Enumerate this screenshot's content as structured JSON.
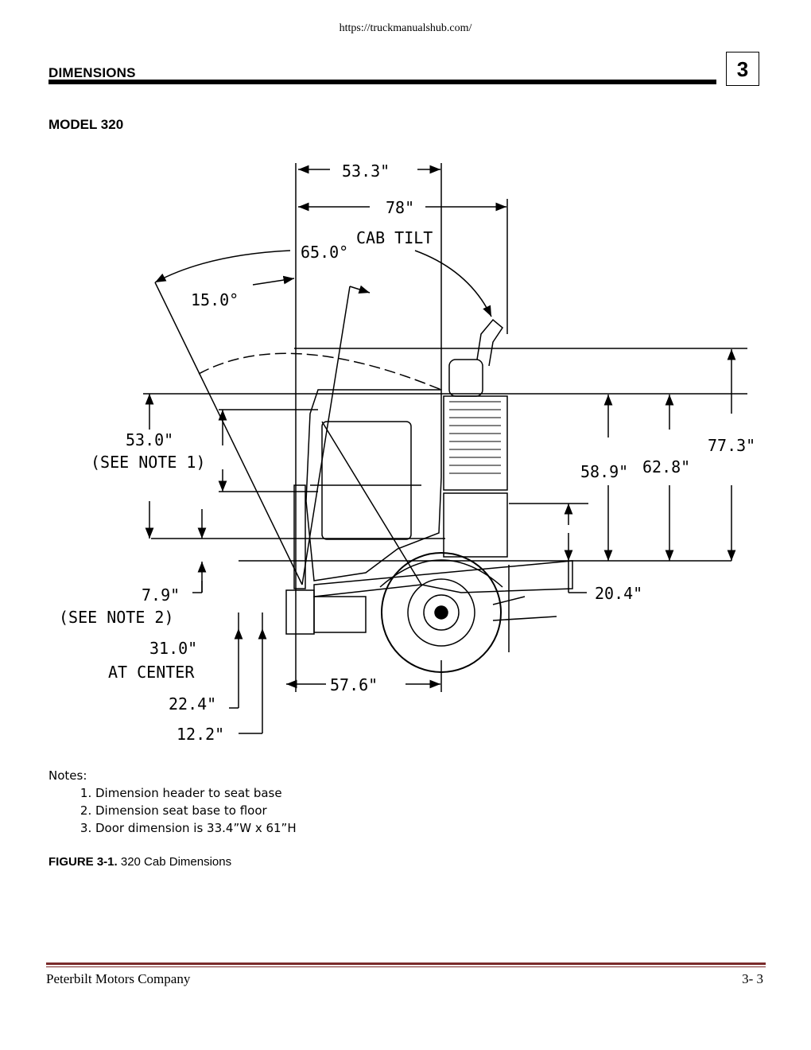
{
  "header": {
    "url": "https://truckmanualshub.com/",
    "section_title": "DIMENSIONS",
    "chapter_number": "3"
  },
  "model_title": "MODEL 320",
  "drawing": {
    "labels": {
      "top_width": "53.3\"",
      "overall_width": "78\"",
      "cab_tilt_angle": "65.0°",
      "cab_tilt_text": "CAB TILT",
      "small_angle": "15.0°",
      "height_53": "53.0\"",
      "note1_ref": "(SEE NOTE 1)",
      "height_79": "7.9\"",
      "note2_ref": "(SEE NOTE 2)",
      "height_31": "31.0\"",
      "at_center": "AT CENTER",
      "height_224": "22.4\"",
      "height_122": "12.2\"",
      "height_589": "58.9\"",
      "height_628": "62.8\"",
      "height_773": "77.3\"",
      "height_204": "20.4\"",
      "axle_dist": "57.6\""
    }
  },
  "notes": {
    "heading": "Notes:",
    "items": [
      "Dimension header to seat base",
      "Dimension seat base to floor",
      "Door dimension is 33.4”W x 61”H"
    ]
  },
  "caption": {
    "label": "FIGURE 3-1.",
    "text": " 320 Cab Dimensions"
  },
  "footer": {
    "company": "Peterbilt Motors Company",
    "page": "3- 3"
  }
}
